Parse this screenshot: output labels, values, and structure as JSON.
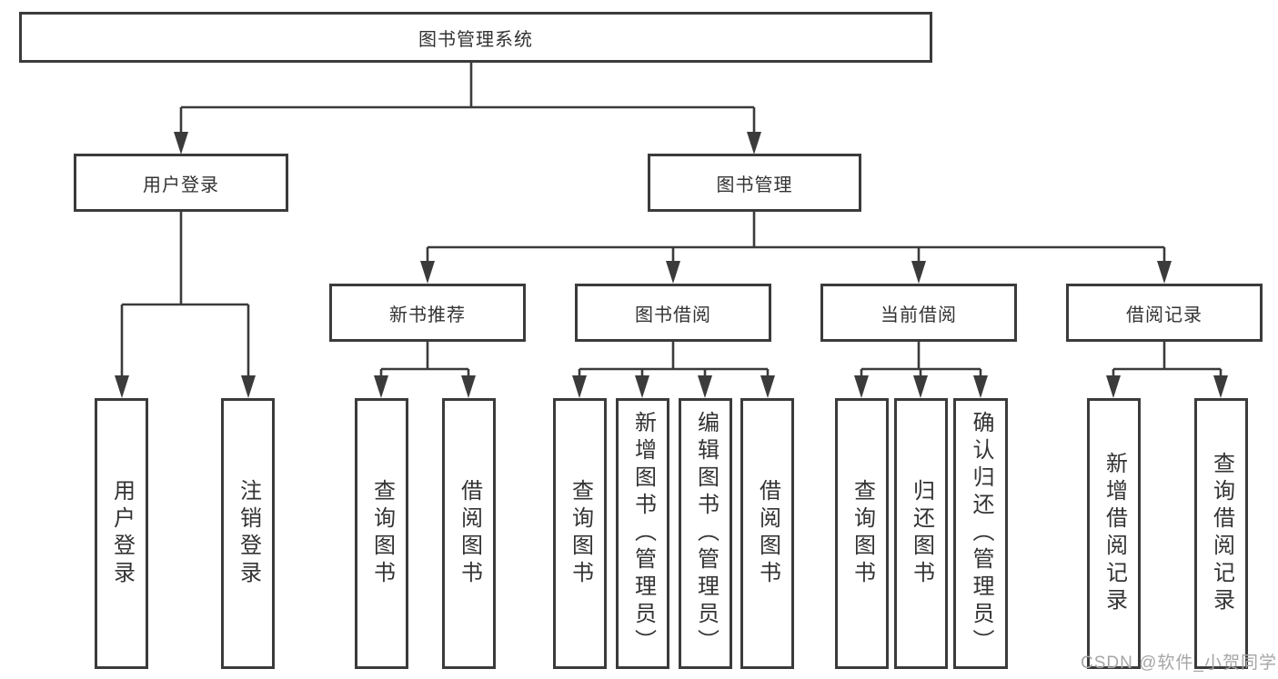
{
  "colors": {
    "line": "#3b3b3b",
    "text": "#333333",
    "watermark": "#a6a6a6",
    "background": "#ffffff"
  },
  "watermark": {
    "text": "CSDN @软件_小贺同学"
  },
  "tree": {
    "root": {
      "label": "图书管理系统"
    },
    "level2": [
      {
        "label": "用户登录",
        "children": [
          {
            "label": "用户登录"
          },
          {
            "label": "注销登录"
          }
        ]
      },
      {
        "label": "图书管理",
        "children": [
          {
            "label": "新书推荐",
            "children": [
              {
                "label": "查询图书"
              },
              {
                "label": "借阅图书"
              }
            ]
          },
          {
            "label": "图书借阅",
            "children": [
              {
                "label": "查询图书"
              },
              {
                "label": "新增图书（管理员）"
              },
              {
                "label": "编辑图书（管理员）"
              },
              {
                "label": "借阅图书"
              }
            ]
          },
          {
            "label": "当前借阅",
            "children": [
              {
                "label": "查询图书"
              },
              {
                "label": "归还图书"
              },
              {
                "label": "确认归还（管理员）"
              }
            ]
          },
          {
            "label": "借阅记录",
            "children": [
              {
                "label": "新增借阅记录"
              },
              {
                "label": "查询借阅记录"
              }
            ]
          }
        ]
      }
    ]
  }
}
